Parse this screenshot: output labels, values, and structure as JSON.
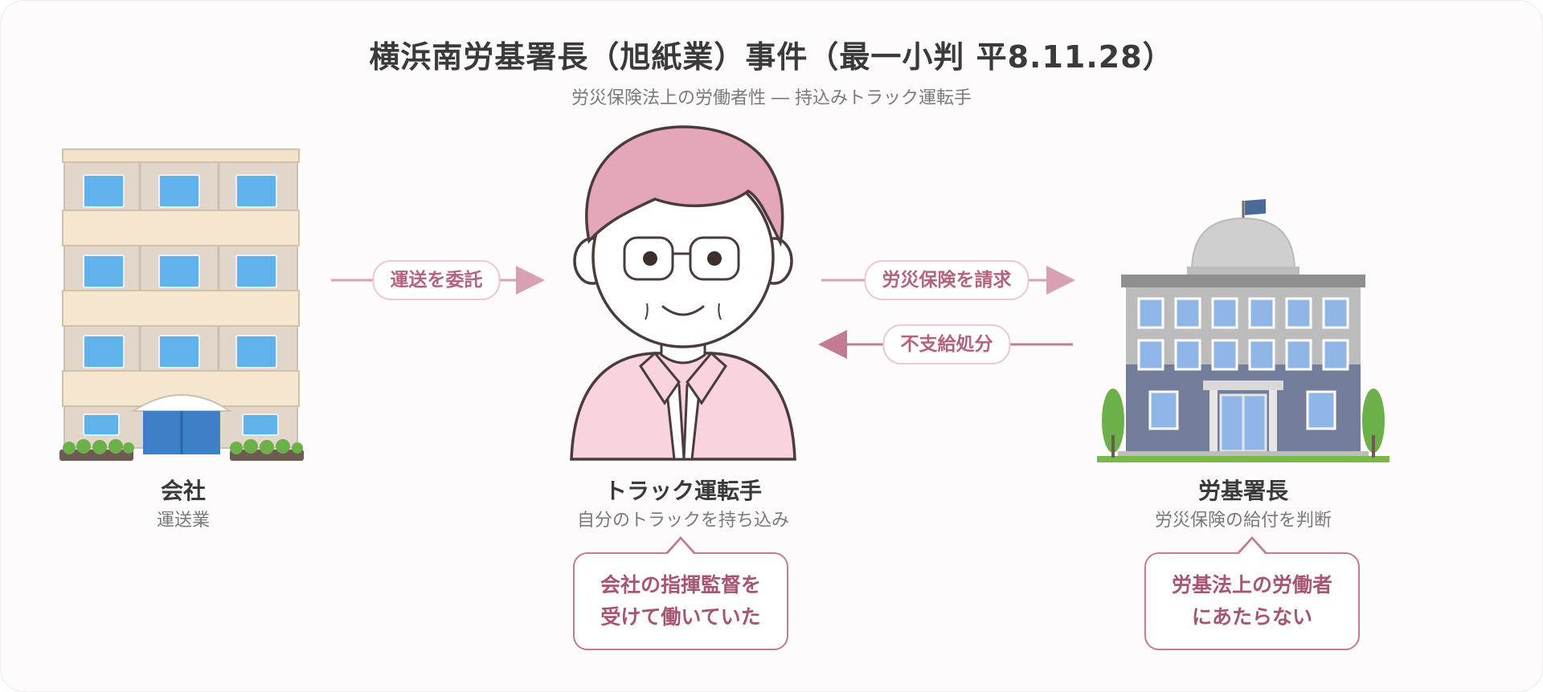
{
  "header": {
    "title": "横浜南労基署長（旭紙業）事件（最一小判 平8.11.28）",
    "subtitle": "労災保険法上の労働者性 ― 持込みトラック運転手"
  },
  "nodes": {
    "company": {
      "name": "会社",
      "sub": "運送業"
    },
    "driver": {
      "name": "トラック運転手",
      "sub": "自分のトラックを持ち込み",
      "bubble": "会社の指揮監督を受けて働いていた"
    },
    "office": {
      "name": "労基署長",
      "sub": "労災保険の給付を判断",
      "bubble": "労基法上の労働者にあたらない"
    }
  },
  "edges": {
    "entrust": "運送を委託",
    "claim": "労災保険を請求",
    "denial": "不支給処分"
  },
  "colors": {
    "arrow_light": "#d7a1b2",
    "arrow_dark": "#c27b93",
    "accent_text": "#b4637e",
    "hair": "#e3a7b7",
    "shirt": "#f9d4df"
  }
}
